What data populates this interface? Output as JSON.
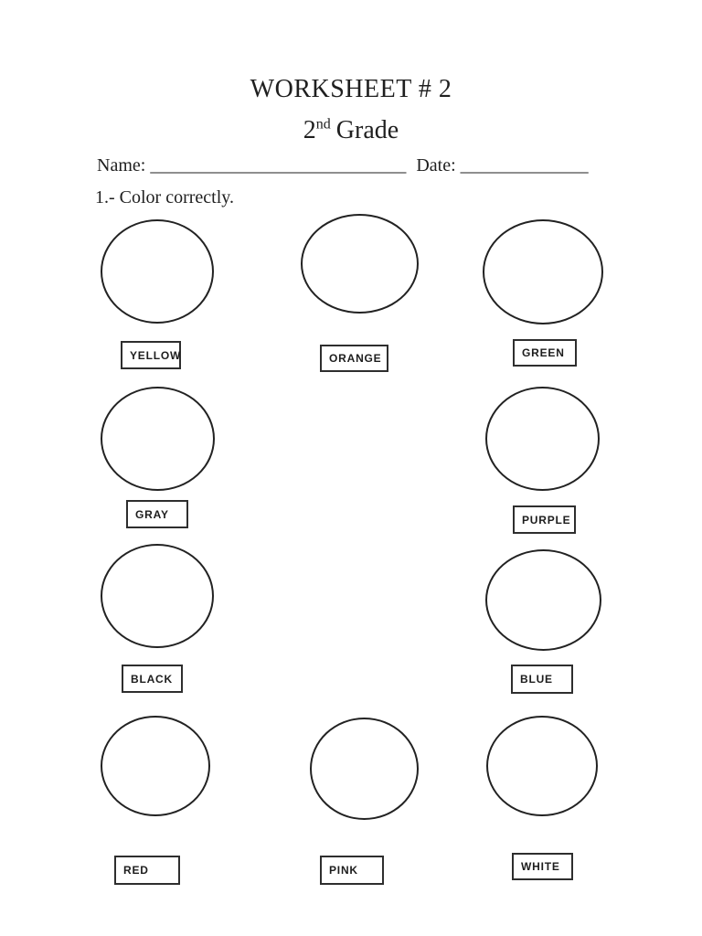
{
  "header": {
    "title": "WORKSHEET # 2",
    "grade_number": "2",
    "grade_ordinal": "nd",
    "grade_word": "Grade"
  },
  "form": {
    "name_label": "Name:",
    "name_blank": "____________________________",
    "date_label": "Date:",
    "date_blank": "______________"
  },
  "exercise": {
    "instruction": "1.- Color correctly.",
    "items": [
      {
        "color": "yellow",
        "label": "YELLOW"
      },
      {
        "color": "orange",
        "label": "ORANGE"
      },
      {
        "color": "green",
        "label": "GREEN"
      },
      {
        "color": "gray",
        "label": "GRAY"
      },
      {
        "color": "purple",
        "label": "PURPLE"
      },
      {
        "color": "black",
        "label": "BLACK"
      },
      {
        "color": "blue",
        "label": "BLUE"
      },
      {
        "color": "red",
        "label": "RED"
      },
      {
        "color": "pink",
        "label": "PINK"
      },
      {
        "color": "white",
        "label": "WHITE"
      }
    ]
  },
  "palette": {
    "ink": "#1f1f1f",
    "paper": "#ffffff"
  }
}
